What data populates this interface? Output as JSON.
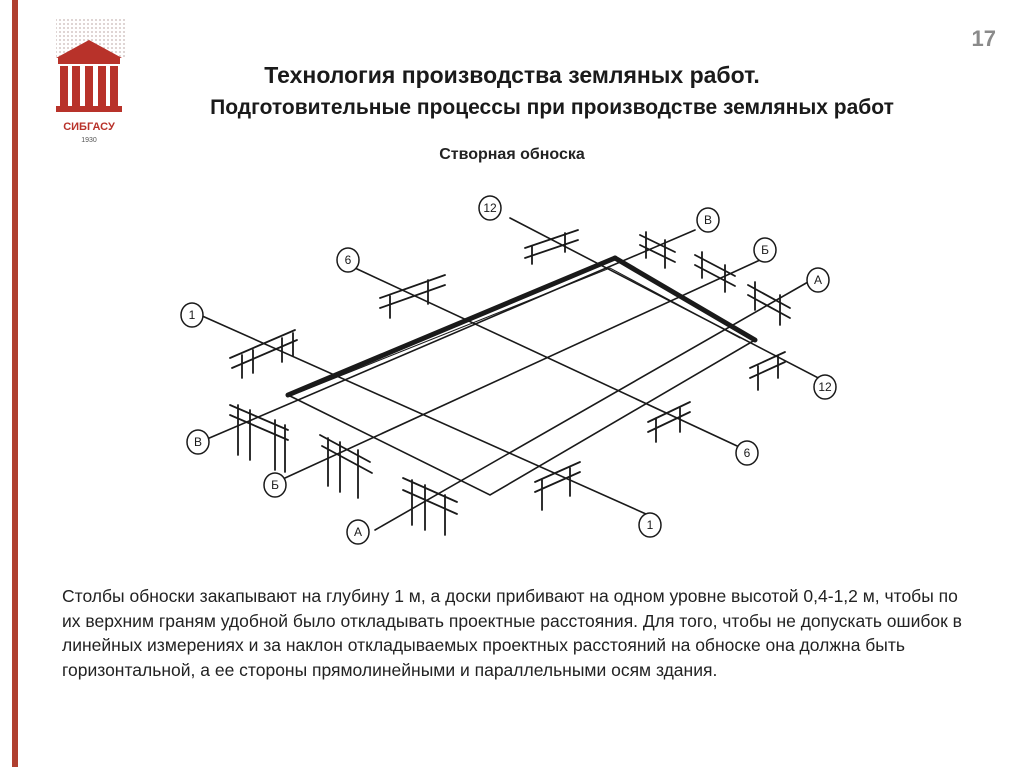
{
  "page": {
    "number": "17"
  },
  "logo": {
    "text": "СИБГАСУ",
    "year": "1930"
  },
  "header": {
    "title": "Технология производства земляных работ.",
    "subtitle": "Подготовительные процессы при производстве земляных работ"
  },
  "figure": {
    "caption": "Створная обноска",
    "axis_labels": [
      "1",
      "6",
      "12",
      "В",
      "Б",
      "А",
      "А",
      "12",
      "Б",
      "В",
      "6",
      "1"
    ]
  },
  "body": {
    "paragraph": "Столбы обноски закапывают на глубину 1 м, а доски прибивают на одном уровне высотой 0,4-1,2 м, чтобы по их верхним граням удобной было откладывать проектные расстояния. Для того, чтобы не допускать ошибок в линейных измерениях и за наклон откладываемых проектных расстояний на обноске она должна быть горизонтальной, а ее стороны прямолинейными и параллельными осям здания."
  },
  "colors": {
    "accent_bar": "#b04030",
    "logo_red": "#b8322a",
    "page_number": "#8a8a8a"
  }
}
